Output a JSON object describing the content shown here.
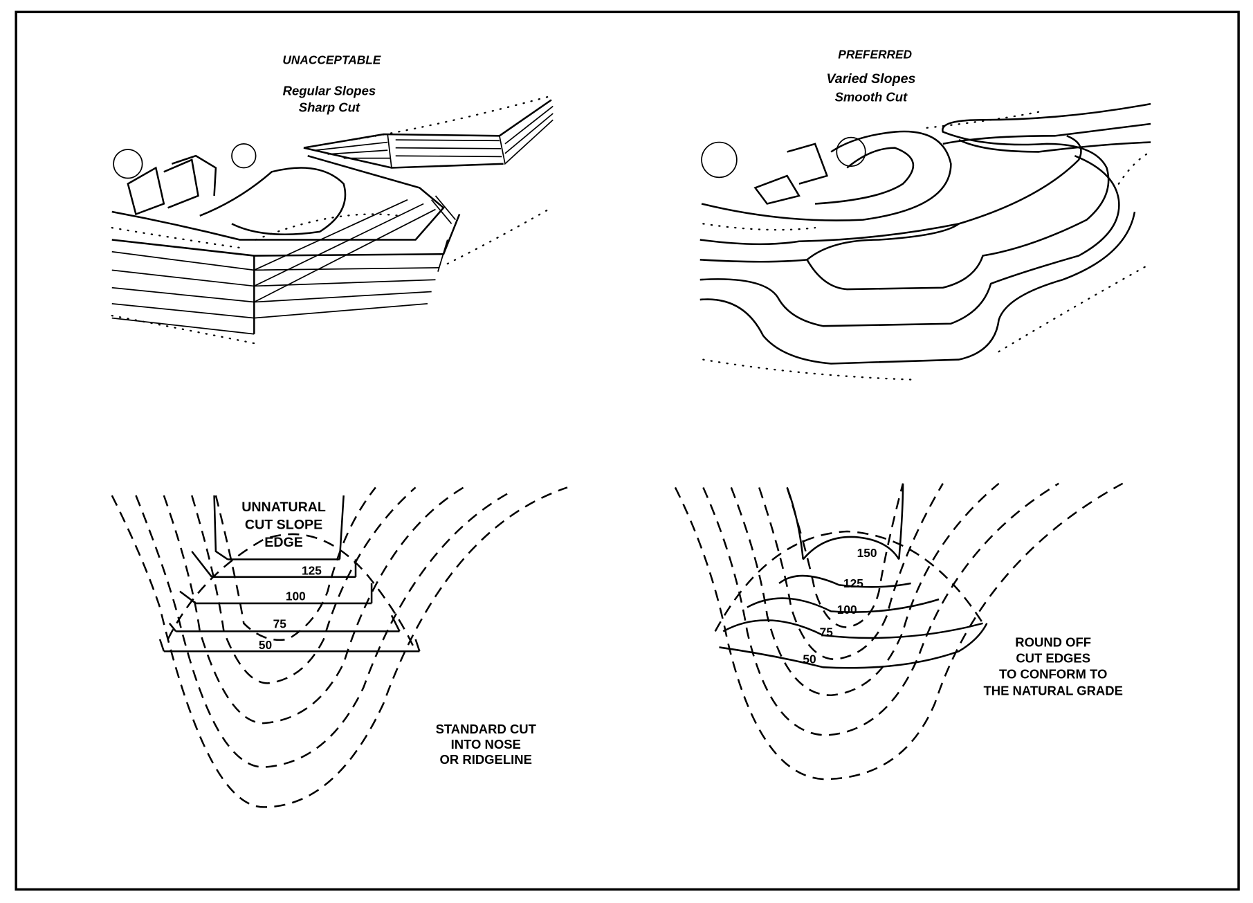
{
  "top_left": {
    "heading": "UNACCEPTABLE",
    "line1": "Regular Slopes",
    "line2": "Sharp Cut"
  },
  "top_right": {
    "heading": "PREFERRED",
    "line1": "Varied Slopes",
    "line2": "Smooth Cut"
  },
  "bottom_left": {
    "callout": [
      "UNNATURAL",
      "CUT SLOPE",
      "EDGE"
    ],
    "contours": [
      "125",
      "100",
      "75",
      "50"
    ],
    "note": [
      "STANDARD CUT",
      "INTO NOSE",
      "OR RIDGELINE"
    ]
  },
  "bottom_right": {
    "contours": [
      "150",
      "125",
      "100",
      "75",
      "50"
    ],
    "note": [
      "ROUND OFF",
      "CUT EDGES",
      "TO CONFORM TO",
      "THE NATURAL GRADE"
    ]
  }
}
